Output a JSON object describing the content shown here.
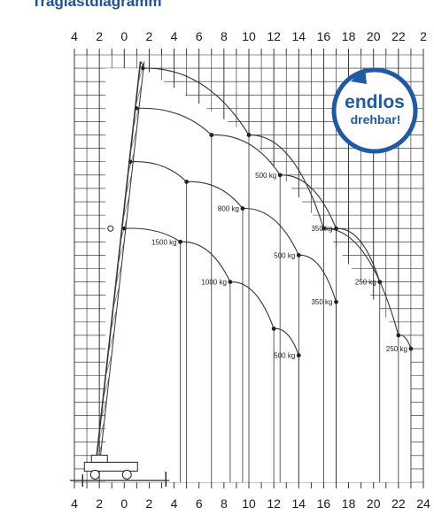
{
  "header": {
    "title": "Traglastdiagramm"
  },
  "badge": {
    "line1": "endlos",
    "line2": "drehbar!",
    "color": "#1f5aa6"
  },
  "chart_data": {
    "type": "line",
    "x_ticks": [
      "4",
      "2",
      "0",
      "2",
      "4",
      "6",
      "8",
      "10",
      "12",
      "14",
      "16",
      "18",
      "20",
      "22",
      "24"
    ],
    "top_ticks": [
      "4",
      "2",
      "0",
      "2",
      "4",
      "6",
      "8",
      "10",
      "12",
      "14",
      "16",
      "18",
      "20",
      "22",
      "2"
    ],
    "xlim": [
      -4,
      24
    ],
    "ylim": [
      0,
      32
    ],
    "series": [
      {
        "points": [
          [
            1.5,
            31
          ],
          [
            10,
            26
          ],
          [
            16,
            19
          ],
          [
            22,
            11
          ],
          [
            23,
            10
          ]
        ],
        "labels": [
          {
            "at": 4,
            "text": "250 kg"
          }
        ]
      },
      {
        "points": [
          [
            1,
            28
          ],
          [
            7,
            26
          ],
          [
            12.5,
            23
          ],
          [
            17,
            19
          ],
          [
            20.5,
            15
          ]
        ],
        "labels": [
          {
            "at": 2,
            "text": "500 kg"
          },
          {
            "at": 3,
            "text": "350 kg"
          },
          {
            "at": 4,
            "text": "250 kg"
          }
        ]
      },
      {
        "points": [
          [
            0.5,
            24
          ],
          [
            5,
            22.5
          ],
          [
            9.5,
            20.5
          ],
          [
            14,
            17
          ],
          [
            17,
            13.5
          ]
        ],
        "labels": [
          {
            "at": 2,
            "text": "800 kg"
          },
          {
            "at": 3,
            "text": "500 kg"
          },
          {
            "at": 4,
            "text": "350 kg"
          }
        ]
      },
      {
        "points": [
          [
            0,
            19
          ],
          [
            4.5,
            18
          ],
          [
            8.5,
            15
          ],
          [
            12,
            11.5
          ],
          [
            14,
            9.5
          ]
        ],
        "labels": [
          {
            "at": 1,
            "text": "1500 kg"
          },
          {
            "at": 2,
            "text": "1000 kg"
          },
          {
            "at": 4,
            "text": "500 kg"
          }
        ]
      }
    ]
  }
}
